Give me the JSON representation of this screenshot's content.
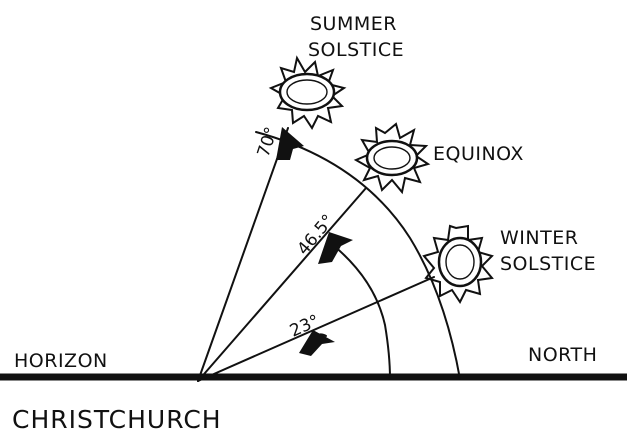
{
  "labels": {
    "summer_line1": "SUMMER",
    "summer_line2": "SOLSTICE",
    "equinox": "EQUINOX",
    "winter_line1": "WINTER",
    "winter_line2": "SOLSTICE",
    "horizon": "HORIZON",
    "north": "NORTH",
    "place": "CHRISTCHURCH"
  },
  "angles": {
    "summer": "70°",
    "equinox": "46.5°",
    "winter": "23°"
  },
  "colors": {
    "ink": "#111111",
    "background": "#ffffff"
  }
}
